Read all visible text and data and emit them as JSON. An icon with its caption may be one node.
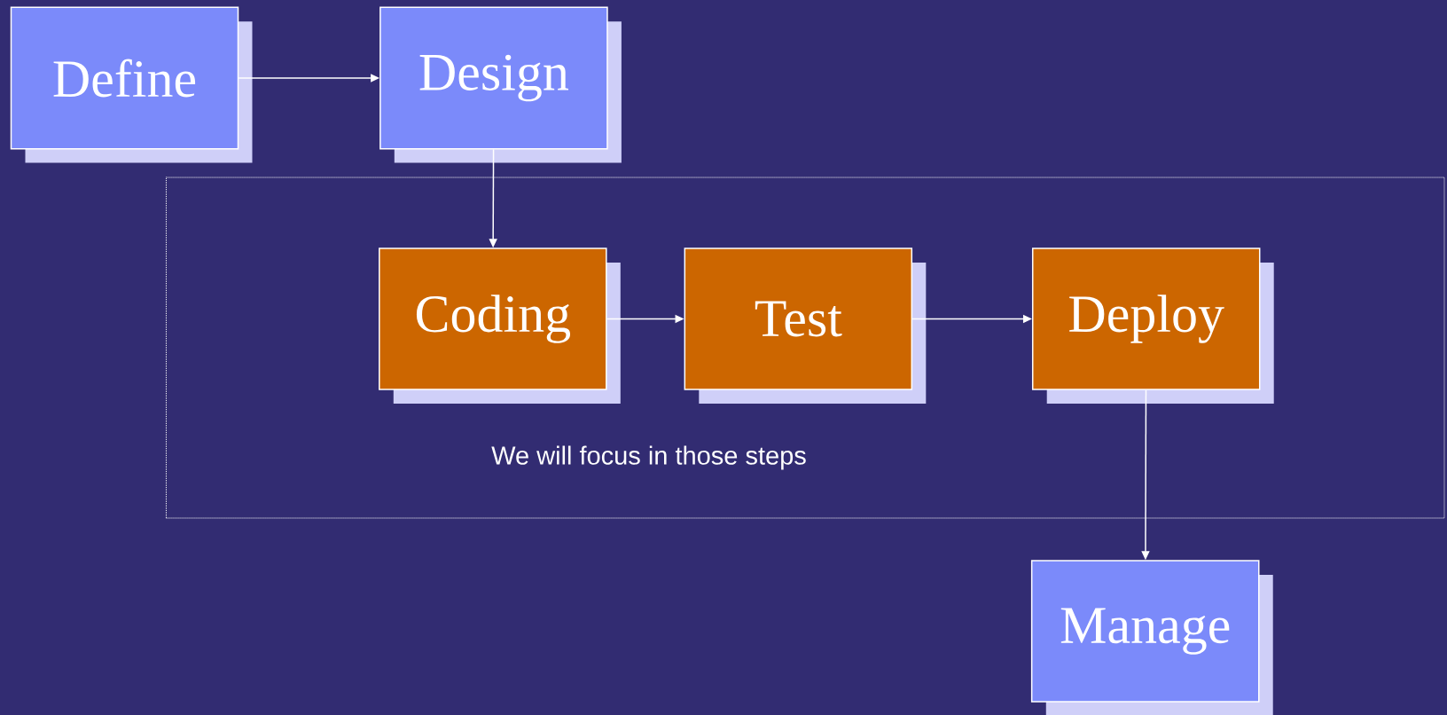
{
  "diagram": {
    "nodes": [
      {
        "text": [
          "Define"
        ]
      },
      {
        "text": [
          "Design"
        ]
      },
      {
        "text": [
          "We will focus in those steps"
        ]
      },
      {
        "text": [
          "Coding"
        ],
        "in": 2
      },
      {
        "text": [
          "Test"
        ],
        "in": 2
      },
      {
        "text": [
          "Deploy"
        ],
        "in": 2
      },
      {
        "text": [
          "Manage"
        ]
      }
    ],
    "edges": [
      {
        "from": 0,
        "to": 1,
        "arrow": "to"
      },
      {
        "from": 1,
        "to": 3,
        "arrow": "to"
      },
      {
        "from": 3,
        "to": 4,
        "arrow": "to"
      },
      {
        "from": 4,
        "to": 5,
        "arrow": "to"
      },
      {
        "from": 5,
        "to": 6,
        "arrow": "to"
      }
    ]
  }
}
